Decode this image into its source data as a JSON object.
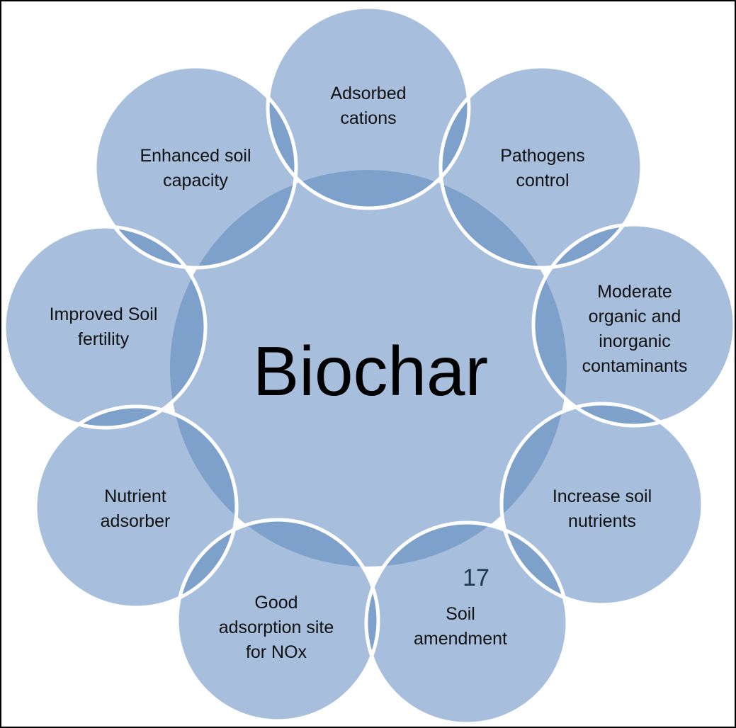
{
  "diagram": {
    "center": {
      "label": "Biochar"
    },
    "page_number": "17",
    "colors": {
      "circle_fill": "#a7bfdd",
      "overlap_fill": "#7da1ca",
      "circle_stroke": "#ffffff",
      "border": "#000000"
    },
    "nodes": [
      {
        "id": "adsorbed-cations",
        "lines": [
          "Adsorbed",
          "cations"
        ]
      },
      {
        "id": "pathogens-control",
        "lines": [
          "Pathogens",
          "control"
        ]
      },
      {
        "id": "moderate-contaminants",
        "lines": [
          "Moderate",
          "organic and",
          "inorganic",
          "contaminants"
        ]
      },
      {
        "id": "increase-soil-nutrients",
        "lines": [
          "Increase soil",
          "nutrients"
        ]
      },
      {
        "id": "soil-amendment",
        "lines": [
          "Soil",
          "amendment"
        ]
      },
      {
        "id": "good-adsorption-site",
        "lines": [
          "Good",
          "adsorption site",
          "for NOx"
        ]
      },
      {
        "id": "nutrient-adsorber",
        "lines": [
          "Nutrient",
          "adsorber"
        ]
      },
      {
        "id": "improved-soil-fertility",
        "lines": [
          "Improved Soil",
          "fertility"
        ]
      },
      {
        "id": "enhanced-soil-capacity",
        "lines": [
          "Enhanced soil",
          "capacity"
        ]
      }
    ]
  }
}
